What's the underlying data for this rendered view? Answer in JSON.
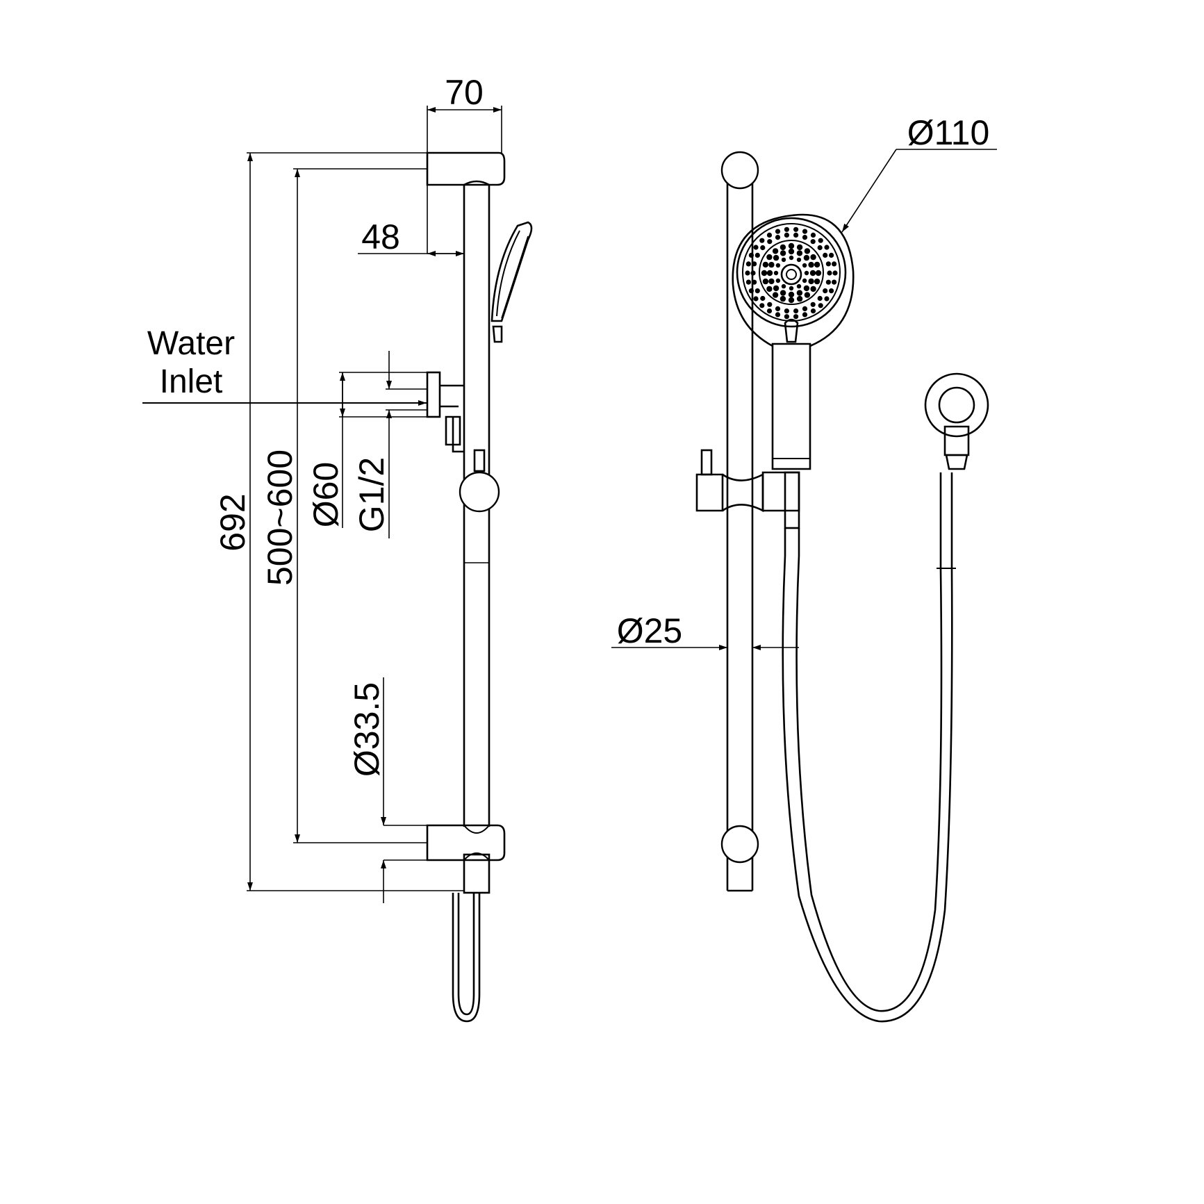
{
  "labels": {
    "water_inlet_line1": "Water",
    "water_inlet_line2": "Inlet"
  },
  "dimensions": {
    "top_width": "70",
    "rail_offset": "48",
    "overall_height": "692",
    "bracket_spacing": "500~600",
    "flange_diameter": "Ø60",
    "thread": "G1/2",
    "bracket_diameter": "Ø33.5",
    "rail_diameter": "Ø25",
    "head_diameter": "Ø110"
  },
  "colors": {
    "line": "#000000",
    "background": "#ffffff"
  }
}
